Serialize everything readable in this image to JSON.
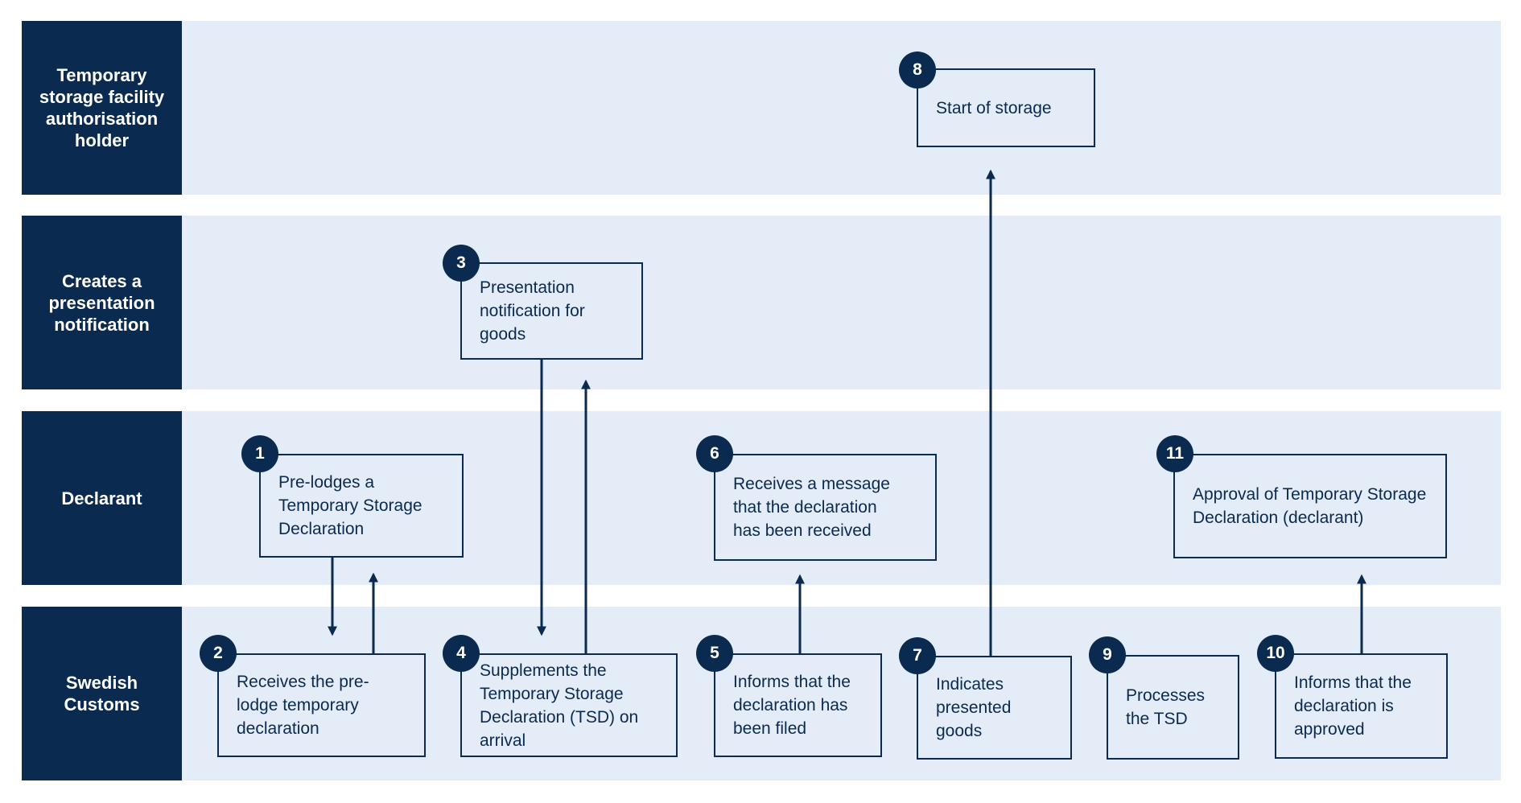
{
  "lanes": [
    {
      "label": "Temporary\nstorage facility\nauthorisation\nholder"
    },
    {
      "label": "Creates a\npresentation\nnotification"
    },
    {
      "label": "Declarant"
    },
    {
      "label": "Swedish\nCustoms"
    }
  ],
  "steps": [
    {
      "number": "1",
      "text": "Pre-lodges a\nTemporary Storage\nDeclaration"
    },
    {
      "number": "2",
      "text": "Receives the pre-\nlodge temporary\ndeclaration"
    },
    {
      "number": "3",
      "text": "Presentation\nnotification for\ngoods"
    },
    {
      "number": "4",
      "text": "Supplements the\nTemporary Storage\nDeclaration (TSD) on\narrival"
    },
    {
      "number": "5",
      "text": "Informs that the\ndeclaration has\nbeen filed"
    },
    {
      "number": "6",
      "text": "Receives a message\nthat the declaration\nhas been received"
    },
    {
      "number": "7",
      "text": "Indicates\npresented\ngoods"
    },
    {
      "number": "8",
      "text": "Start of storage"
    },
    {
      "number": "9",
      "text": "Processes\nthe TSD"
    },
    {
      "number": "10",
      "text": "Informs that the\ndeclaration is\napproved"
    },
    {
      "number": "11",
      "text": "Approval of Temporary Storage\nDeclaration (declarant)"
    }
  ],
  "colors": {
    "navy": "#0b2a4f",
    "lane": "#e3ecf7"
  }
}
